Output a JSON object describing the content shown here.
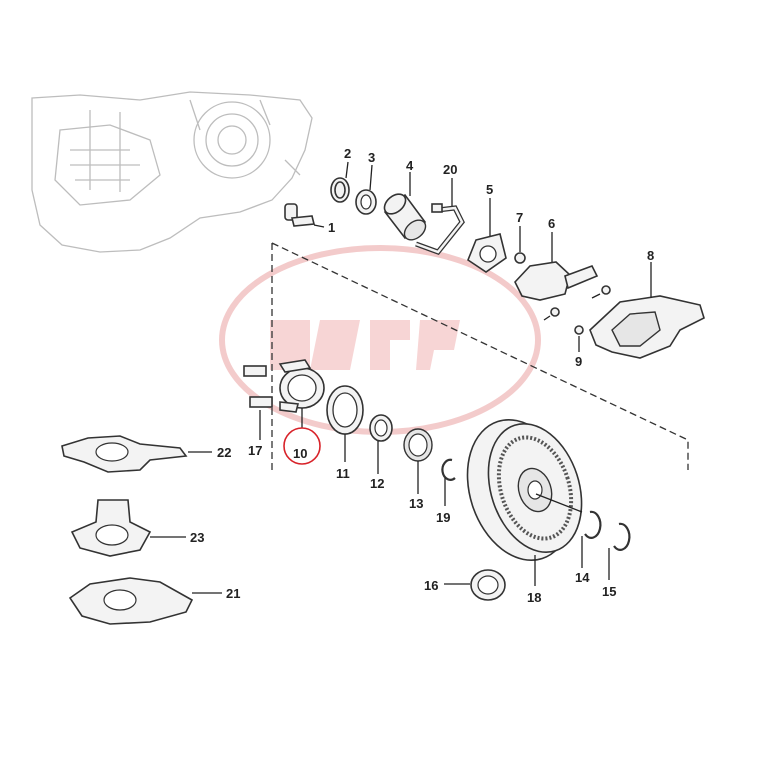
{
  "diagram": {
    "labels": {
      "p1": "1",
      "p2": "2",
      "p3": "3",
      "p4": "4",
      "p5": "5",
      "p6": "6",
      "p7": "7",
      "p8": "8",
      "p9": "9",
      "p10": "10",
      "p11": "11",
      "p12": "12",
      "p13": "13",
      "p14": "14",
      "p15": "15",
      "p16": "16",
      "p17": "17",
      "p18": "18",
      "p19": "19",
      "p20": "20",
      "p21": "21",
      "p22": "22",
      "p23": "23"
    },
    "highlight": {
      "part": "10",
      "color": "#d8232a"
    },
    "watermark_color": "#e8a0a0"
  }
}
